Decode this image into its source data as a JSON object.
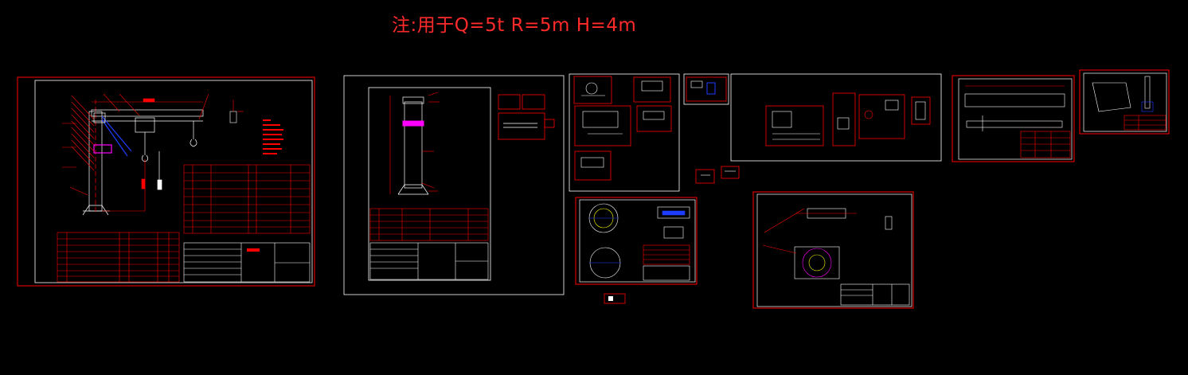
{
  "header": {
    "note": "注:用于Q=5t R=5m H=4m"
  },
  "colors": {
    "background": "#000000",
    "frame_red": "#ff0000",
    "frame_white": "#ffffff",
    "accent_blue": "#1e3cff",
    "accent_magenta": "#ff00ff",
    "accent_cyan": "#00ffff",
    "accent_yellow": "#ffff00"
  },
  "sheets": [
    {
      "id": "jib-crane-general-assembly",
      "frame": "red"
    },
    {
      "id": "column-assembly",
      "frame": "white"
    },
    {
      "id": "parts-group-a",
      "frame": "white"
    },
    {
      "id": "small-part-a",
      "frame": "red"
    },
    {
      "id": "parts-group-b",
      "frame": "white"
    },
    {
      "id": "beam-drawing",
      "frame": "red"
    },
    {
      "id": "bracket-drawing",
      "frame": "red"
    },
    {
      "id": "slewing-bearing-drawing",
      "frame": "red"
    },
    {
      "id": "base-plate-drawing",
      "frame": "red"
    },
    {
      "id": "small-parts-cluster",
      "frame": "red"
    },
    {
      "id": "small-part-b",
      "frame": "red"
    }
  ]
}
